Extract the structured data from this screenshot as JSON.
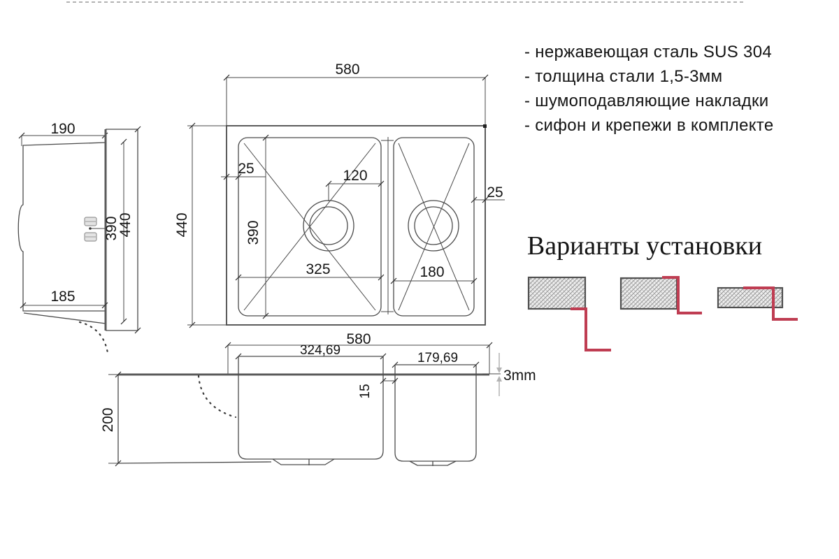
{
  "colors": {
    "accent_red": "#bf3d52",
    "line": "#4a4a4a",
    "text": "#141414",
    "arrow_gray": "#b3b3b3"
  },
  "features": {
    "items": [
      "- нержавеющая сталь SUS 304",
      "- толщина стали 1,5-3мм",
      "- шумоподавляющие накладки",
      "- сифон и крепежи в комплекте"
    ]
  },
  "install": {
    "title": "Варианты установки"
  },
  "side_view": {
    "width_top": "190",
    "depth_inner": "390",
    "depth_outer": "440",
    "width_bottom": "185"
  },
  "top_view": {
    "overall_width": "580",
    "overall_depth": "440",
    "rim_left": "25",
    "drain_offset": "120",
    "bowl_depth": "390",
    "bowl_width": "325",
    "small_bowl_width": "180",
    "rim_right": "25"
  },
  "front_view": {
    "overall_width": "580",
    "bowl_width": "324,69",
    "small_bowl_width": "179,69",
    "bowl_gap": "15",
    "bowl_height": "200",
    "rim_thickness": "3mm"
  }
}
